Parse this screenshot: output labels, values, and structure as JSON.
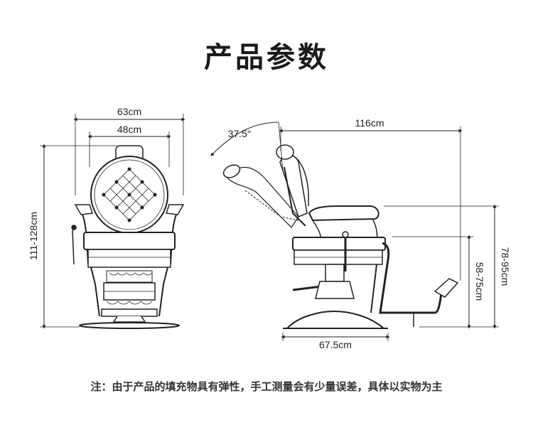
{
  "title": "产品参数",
  "front_view": {
    "width_outer": "63cm",
    "width_seat": "48cm",
    "height": "111-128cm"
  },
  "side_view": {
    "recline_angle": "37.5°",
    "length": "116cm",
    "base_diameter": "67.5cm",
    "armrest_height": "78-95cm",
    "seat_height": "58-75cm"
  },
  "footnote": "注：由于产品的填充物具有弹性，手工测量会有少量误差，具体以实物为主"
}
